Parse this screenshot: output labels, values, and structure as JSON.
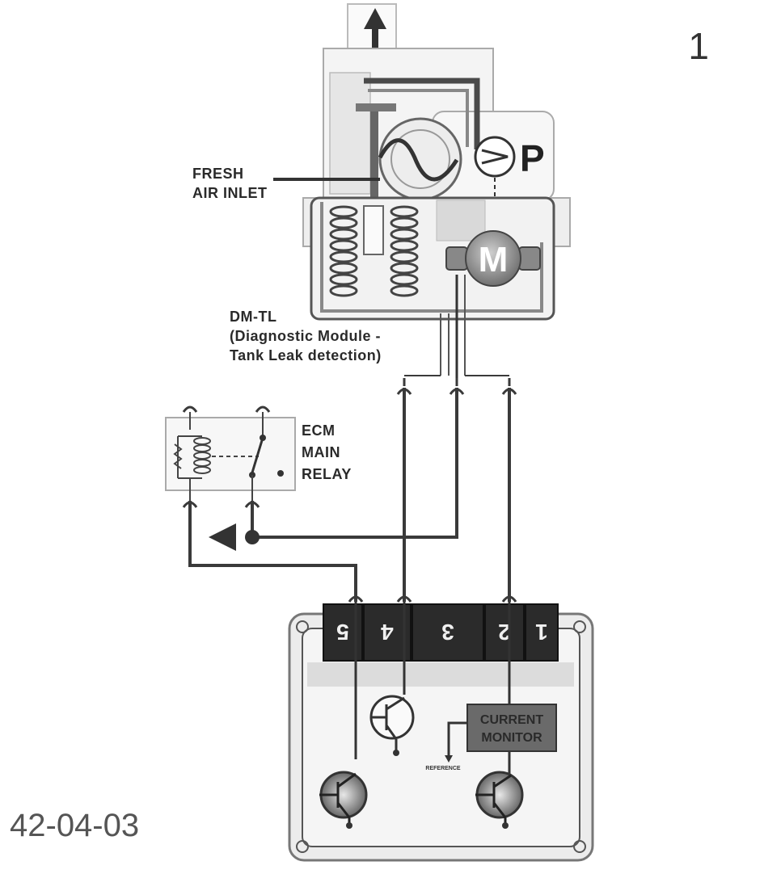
{
  "page_number": "1",
  "figure_code": "42-04-03",
  "fresh_air_label": [
    "FRESH",
    "AIR INLET"
  ],
  "dmtl_label": [
    "DM-TL",
    "(Diagnostic Module -",
    "Tank Leak detection)"
  ],
  "relay_label": [
    "ECM",
    "MAIN",
    "RELAY"
  ],
  "pump_letter": "P",
  "motor_letter": "M",
  "connector_pins": [
    "5",
    "4",
    "3",
    "2",
    "1"
  ],
  "current_monitor_label": [
    "CURRENT",
    "MONITOR"
  ],
  "reference_label": "REFERENCE",
  "colors": {
    "line": "#3a3a3a",
    "module_fill": "#f2f2f2",
    "connector_fill": "#2b2b2b",
    "monitor_fill": "#6a6a6a"
  }
}
